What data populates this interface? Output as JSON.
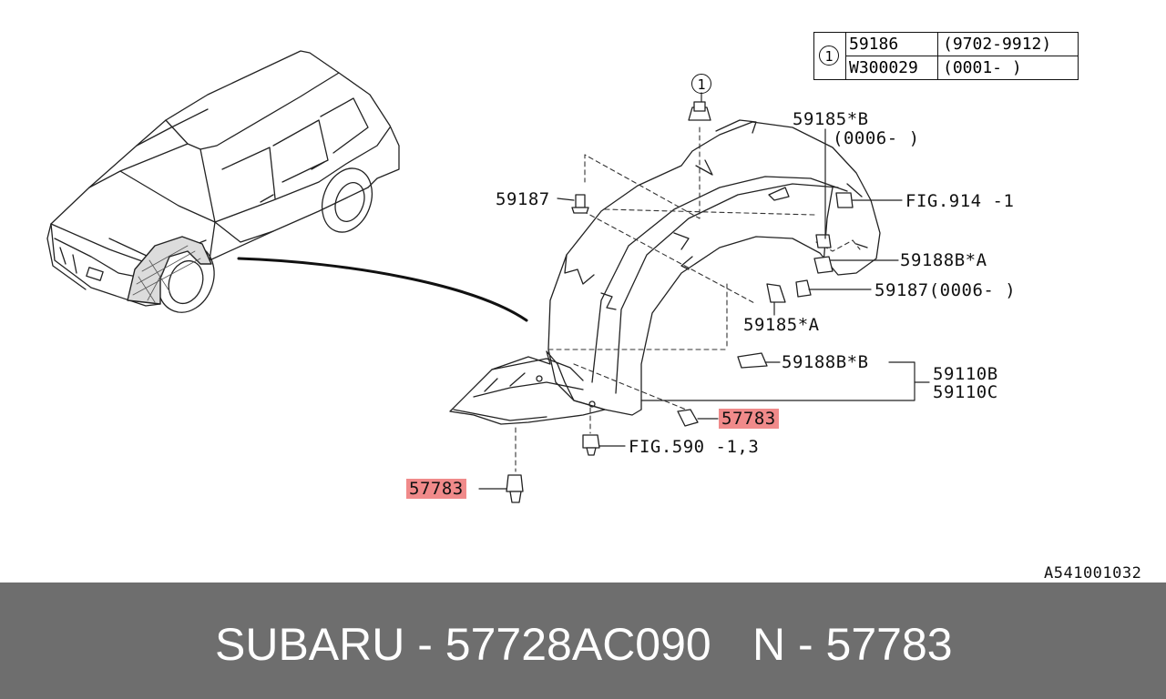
{
  "diagram": {
    "ref_table": {
      "ref_marker": "1",
      "rows": [
        {
          "part": "59186",
          "range": "(9702-9912)"
        },
        {
          "part": "W300029",
          "range": "(0001-     )"
        }
      ]
    },
    "callout_marker": "1",
    "labels": {
      "l_59185b": "59185*B",
      "l_59185b_range": "(0006-    )",
      "l_fig914": "FIG.914 -1",
      "l_59188ba": "59188B*A",
      "l_59187_left": "59187",
      "l_59187_right": "59187(0006-    )",
      "l_59185a": "59185*A",
      "l_59188bb": "59188B*B",
      "l_59110b": "59110B",
      "l_59110c": "59110C",
      "l_57783_right": "57783",
      "l_fig590": "FIG.590 -1,3",
      "l_57783_left": "57783"
    },
    "diagram_id": "A541001032",
    "highlight_color": "#f08a8a"
  },
  "footer": {
    "left_text": "SUBARU - 57728AC090",
    "right_text": "N - 57783",
    "background": "#6e6e6e"
  }
}
